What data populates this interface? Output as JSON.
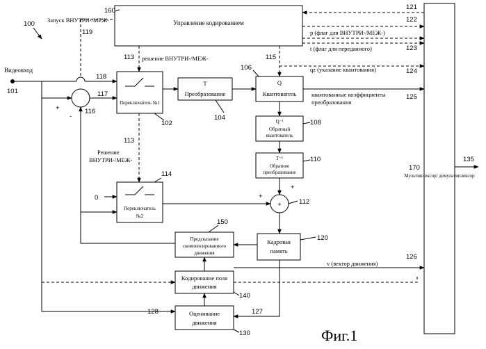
{
  "figure_caption": "Фиг.1",
  "blocks": {
    "coding_control": "Управление кодированием",
    "switch1": "Переключатель №1",
    "transform_symbol": "T",
    "transform": "Преобразование",
    "quantizer_symbol": "Q",
    "quantizer": "Квантователь",
    "inv_quantizer_symbol": "Q⁻¹",
    "inv_quantizer_line1": "Обратный",
    "inv_quantizer_line2": "квантователь",
    "inv_transform_symbol": "T⁻¹",
    "inv_transform_line1": "Обратное",
    "inv_transform_line2": "преобразование",
    "switch2_line1": "Переключатель",
    "switch2_line2": "№2",
    "frame_memory_line1": "Кадровая",
    "frame_memory_line2": "память",
    "mc_prediction_line1": "Предсказание",
    "mc_prediction_line2": "скомпенсированного",
    "mc_prediction_line3": "движения",
    "mv_coding_line1": "Кодирование поля",
    "mv_coding_line2": "движения",
    "motion_est_line1": "Оценивание",
    "motion_est_line2": "движения",
    "multiplexer": "Мультиплексор/ демультиплексор"
  },
  "labels": {
    "video_input": "Видеовход",
    "intra_inter_trigger": "Запуск ВНУТРИ-/МЕЖ-",
    "intra_inter_decision": "решение ВНУТРИ-/МЕЖ-",
    "decision_line1": "Решение",
    "decision_line2": "ВНУТРИ-/МЕЖ-",
    "p_flag": "p   (флаг для ВНУТРИ-/МЕЖ-)",
    "t_flag": "t   (флаг для переданного)",
    "qz": "qz (указание квантования)",
    "quantized_line1": "квантованные коэффициенты",
    "quantized_line2": "преобразования",
    "motion_vector": "v    (вектор движения)",
    "zero": "0",
    "plus_sub": "+",
    "minus_sub": "-",
    "plus_add": "+",
    "plus_add2": "+"
  },
  "refs": {
    "r100": "100",
    "r101": "101",
    "r102": "102",
    "r104": "104",
    "r106": "106",
    "r108": "108",
    "r110": "110",
    "r112": "112",
    "r113a": "113",
    "r113b": "113",
    "r114": "114",
    "r115": "115",
    "r116": "116",
    "r117": "117",
    "r118": "118",
    "r119": "119",
    "r120": "120",
    "r121": "121",
    "r122": "122",
    "r123": "123",
    "r124": "124",
    "r125": "125",
    "r126": "126",
    "r127": "127",
    "r128": "128",
    "r130": "130",
    "r135": "135",
    "r140": "140",
    "r150": "150",
    "r160": "160",
    "r170": "170"
  }
}
